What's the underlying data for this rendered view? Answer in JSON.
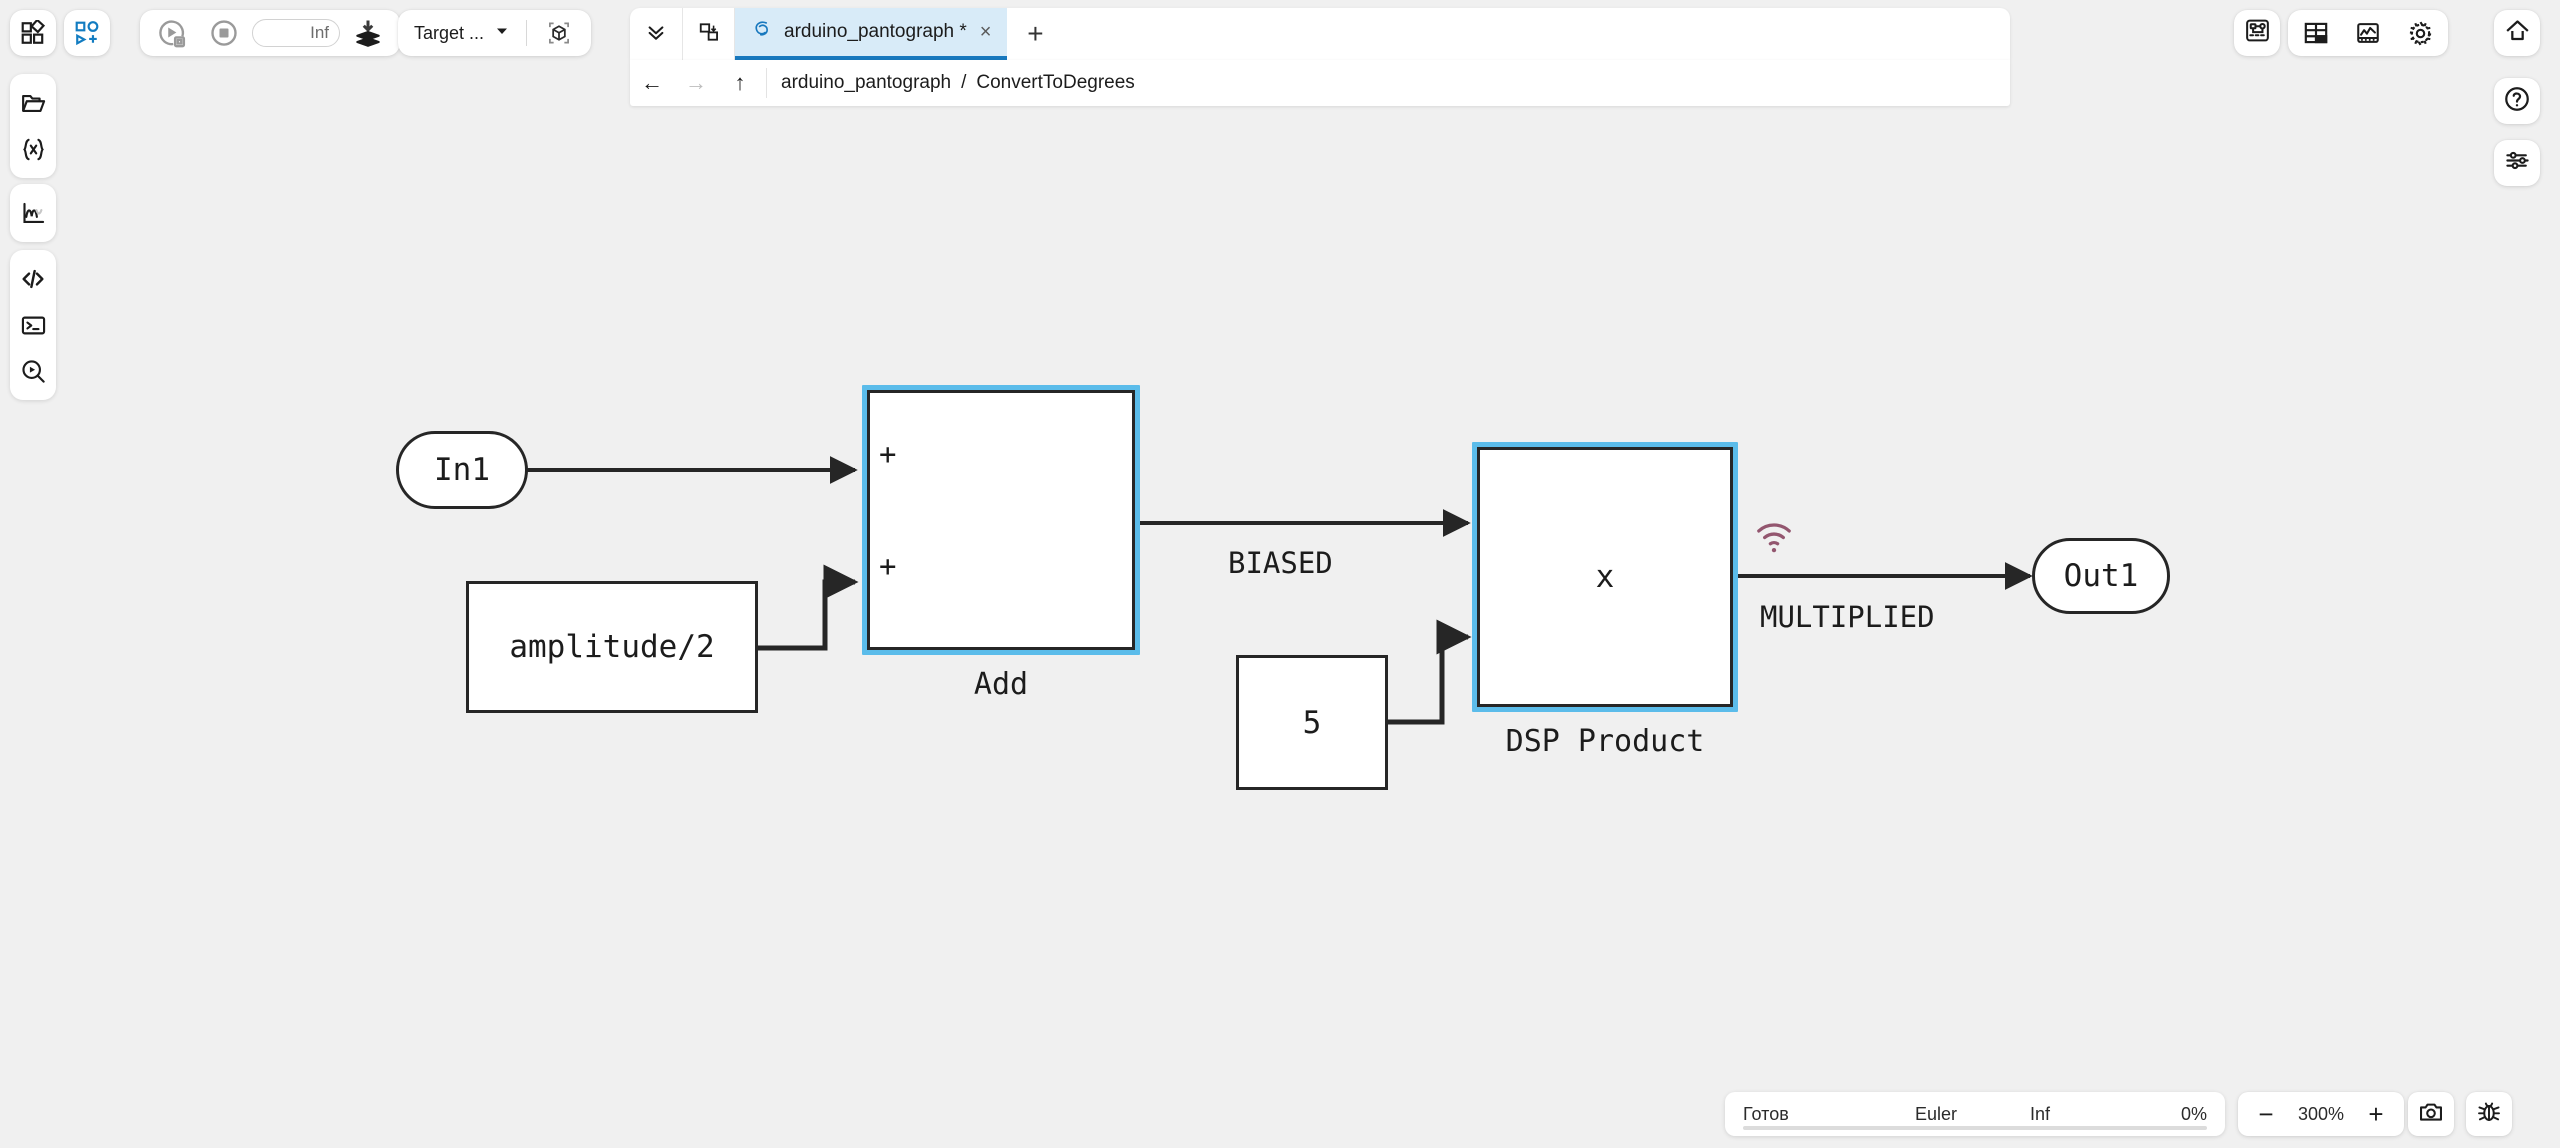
{
  "app": {
    "canvas_bg": "#f0f0f0",
    "accent": "#1878be",
    "selection_color": "#5bbcea",
    "logging_color": "#93566f"
  },
  "toolbar": {
    "library_browser_label": "library-browser",
    "add_block_label": "add-block",
    "run_label": "run",
    "stop_label": "stop",
    "sim_time_value": "Inf",
    "sim_time_placeholder": "Inf",
    "deploy_label": "deploy-to-hardware",
    "target_label": "Target ...",
    "target_3d_label": "3d-view"
  },
  "rail": {
    "items": [
      {
        "icon": "folder-open-icon",
        "name": "open-model"
      },
      {
        "icon": "variables-icon",
        "name": "model-variables"
      },
      {
        "icon": "signal-plot-icon",
        "name": "data-inspector"
      },
      {
        "icon": "code-icon",
        "name": "generated-code"
      },
      {
        "icon": "terminal-icon",
        "name": "command-window"
      },
      {
        "icon": "search-play-icon",
        "name": "model-advisor"
      }
    ]
  },
  "tabstrip": {
    "expand_label": "expand-tabs",
    "duplicate_label": "duplicate-view",
    "new_tab_label": "+",
    "tabs": [
      {
        "title": "arduino_pantograph *",
        "active": true,
        "close_label": "×",
        "icon": "simulink-swirl-icon"
      }
    ]
  },
  "breadcrumb": {
    "back_label": "←",
    "forward_label": "→",
    "up_label": "↑",
    "separator": "/",
    "path": [
      "arduino_pantograph",
      "ConvertToDegrees"
    ]
  },
  "topright": {
    "model_browser_label": "model-browser",
    "layout_label": "layout-grid",
    "scope_label": "scope",
    "settings_label": "settings",
    "home_label": "home",
    "help_label": "help",
    "preferences_label": "preferences"
  },
  "status": {
    "ready": "Готов",
    "solver": "Euler",
    "stop_time": "Inf",
    "progress": "0%",
    "progress_value": 0
  },
  "zoom": {
    "out_label": "−",
    "level": "300%",
    "in_label": "+",
    "snapshot_label": "snapshot",
    "debug_label": "debug"
  },
  "diagram": {
    "blocks": [
      {
        "id": "in1",
        "type": "inport",
        "text": "In1",
        "label": "",
        "selected": false
      },
      {
        "id": "amplitude",
        "type": "constant",
        "text": "amplitude/2",
        "label": "",
        "selected": false
      },
      {
        "id": "add",
        "type": "sum",
        "text": "",
        "label": "Add",
        "selected": true,
        "signs": [
          "+",
          "+"
        ]
      },
      {
        "id": "five",
        "type": "constant",
        "text": "5",
        "label": "",
        "selected": false
      },
      {
        "id": "product",
        "type": "product",
        "text": "x",
        "label": "DSP Product",
        "selected": true,
        "logging": true
      },
      {
        "id": "out1",
        "type": "outport",
        "text": "Out1",
        "label": "",
        "selected": false
      }
    ],
    "signals": [
      {
        "from": "in1",
        "to": "add",
        "label": ""
      },
      {
        "from": "amplitude",
        "to": "add",
        "label": ""
      },
      {
        "from": "add",
        "to": "product",
        "label": "BIASED"
      },
      {
        "from": "five",
        "to": "product",
        "label": ""
      },
      {
        "from": "product",
        "to": "out1",
        "label": "MULTIPLIED"
      }
    ]
  }
}
